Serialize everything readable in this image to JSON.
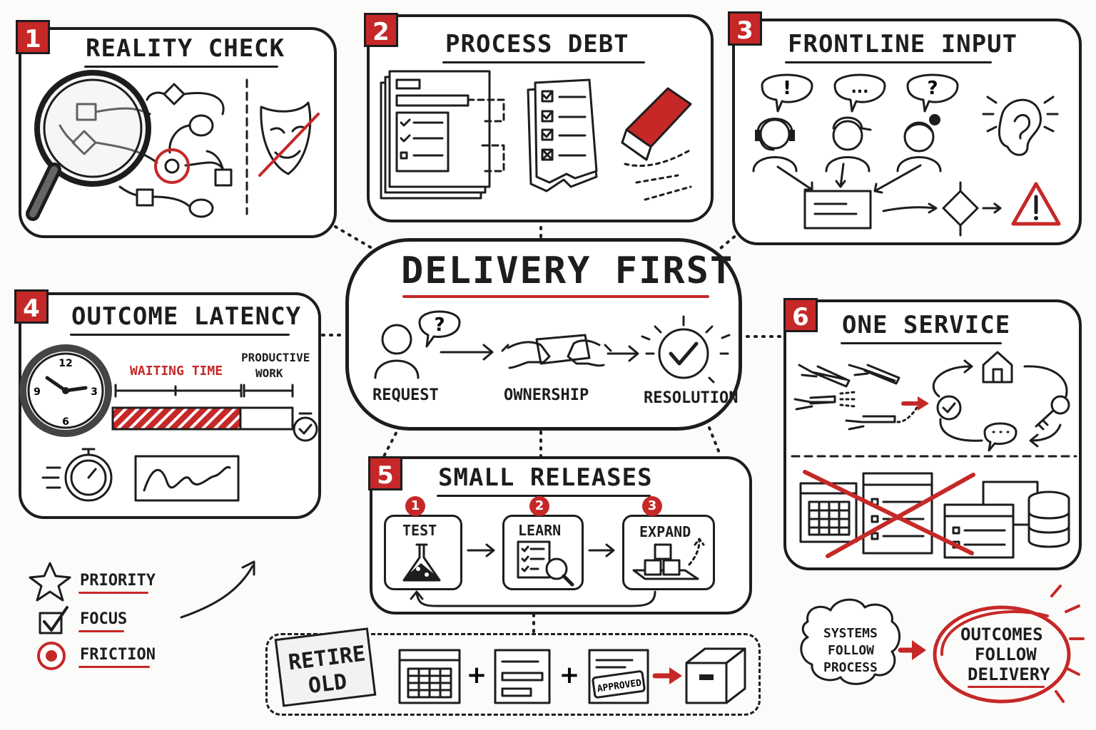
{
  "center": {
    "title": "DELIVERY FIRST",
    "steps": [
      "REQUEST",
      "OWNERSHIP",
      "RESOLUTION"
    ],
    "request_bubble": "?"
  },
  "panels": [
    {
      "number": "1",
      "title": "REALITY CHECK"
    },
    {
      "number": "2",
      "title": "PROCESS DEBT"
    },
    {
      "number": "3",
      "title": "FRONTLINE INPUT",
      "bubbles": [
        "!",
        "...",
        "?"
      ]
    },
    {
      "number": "4",
      "title": "OUTCOME LATENCY",
      "waiting_label": "WAITING TIME",
      "productive_label_1": "PRODUCTIVE",
      "productive_label_2": "WORK",
      "clock_numbers": [
        "12",
        "3",
        "6",
        "9"
      ],
      "waiting_fraction": 0.71
    },
    {
      "number": "5",
      "title": "SMALL RELEASES",
      "steps": [
        {
          "n": "1",
          "label": "TEST"
        },
        {
          "n": "2",
          "label": "LEARN"
        },
        {
          "n": "3",
          "label": "EXPAND"
        }
      ]
    },
    {
      "number": "6",
      "title": "ONE SERVICE"
    }
  ],
  "legend": [
    "PRIORITY",
    "FOCUS",
    "FRICTION"
  ],
  "retire": {
    "label_1": "RETIRE",
    "label_2": "OLD",
    "plus": "+",
    "stamp": "APPROVED"
  },
  "conclusion": {
    "systems": [
      "SYSTEMS",
      "FOLLOW",
      "PROCESS"
    ],
    "outcomes": [
      "OUTCOMES",
      "FOLLOW",
      "DELIVERY"
    ]
  },
  "colors": {
    "accent": "#c62828",
    "ink": "#1d1d1d"
  }
}
